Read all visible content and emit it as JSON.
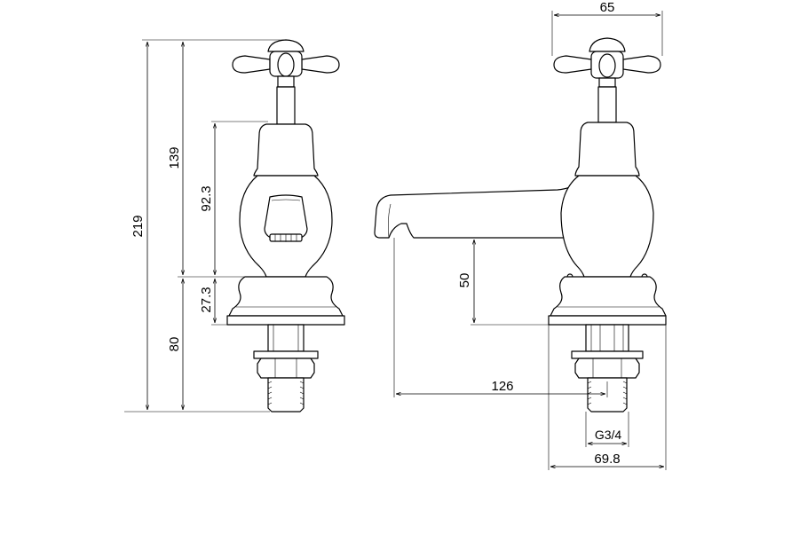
{
  "dimensions": {
    "overall_height": "219",
    "handle_height": "139",
    "body_height": "92.3",
    "base_height": "27.3",
    "shank_length": "80",
    "handle_width": "65",
    "spout_height": "50",
    "spout_reach": "126",
    "thread_size": "G3/4",
    "base_diameter": "69.8"
  }
}
